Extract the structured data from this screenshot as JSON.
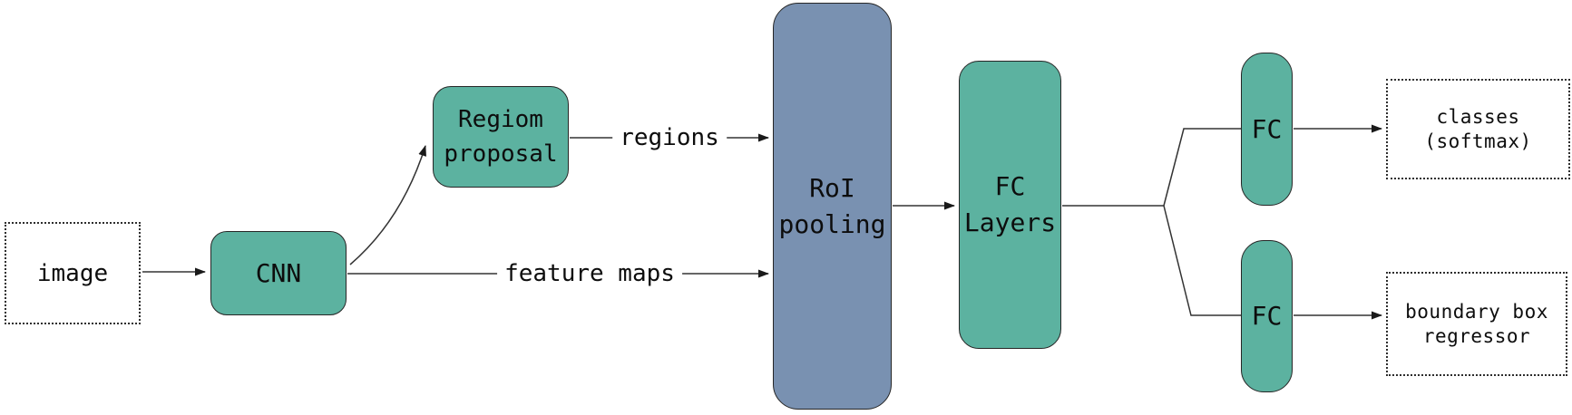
{
  "diagram": {
    "kind": "flowchart",
    "colors": {
      "teal_fill": "#5CB2A0",
      "blue_fill": "#7991B1",
      "node_outline": "#262626",
      "wire": "#333333",
      "text": "#0d0d0d",
      "background": "#ffffff"
    },
    "nodes": {
      "image": {
        "label": "image"
      },
      "cnn": {
        "label": "CNN"
      },
      "region_proposal": {
        "label": "Regiom\nproposal"
      },
      "roi_pooling": {
        "label": "RoI\npooling"
      },
      "fc_layers": {
        "label": "FC\nLayers"
      },
      "fc_top": {
        "label": "FC"
      },
      "fc_bottom": {
        "label": "FC"
      },
      "classes_output": {
        "label": "classes\n(softmax)"
      },
      "boundary_regressor": {
        "label": "boundary box\nregressor"
      }
    },
    "edge_labels": {
      "regions": "regions",
      "feature_maps": "feature maps"
    }
  }
}
